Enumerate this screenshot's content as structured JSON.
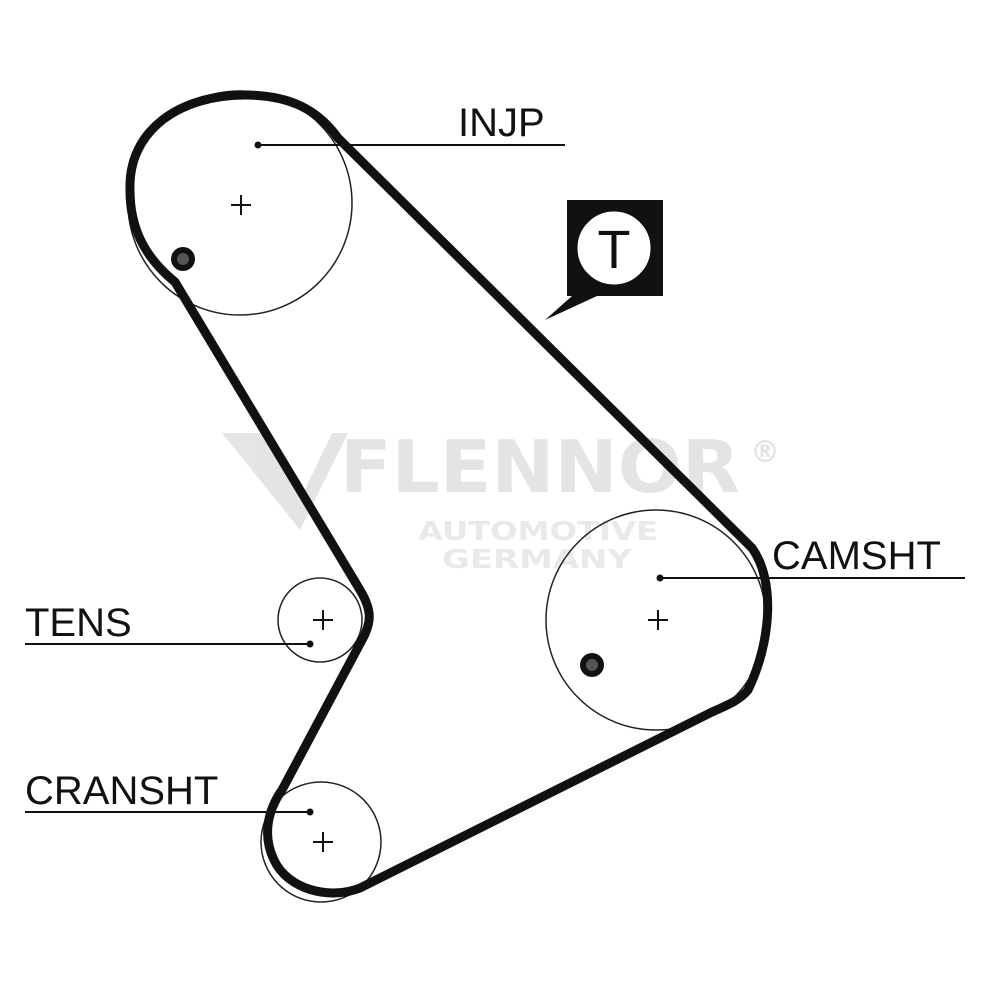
{
  "watermark": {
    "brand": "FLENNOR",
    "registered": "®",
    "line1": "AUTOMOTIVE",
    "line2": "GERMANY",
    "color": "#d9d9d9"
  },
  "labels": {
    "injection_pump": "INJP",
    "camshaft": "CAMSHT",
    "tensioner": "TENS",
    "crankshaft": "CRANSHT",
    "tension_marker": "T"
  },
  "colors": {
    "belt": "#111111",
    "pulley_outline": "#222222",
    "background": "#ffffff"
  },
  "icons": {
    "timing_mark": "bolt-marker-icon",
    "center": "crosshair-icon"
  }
}
